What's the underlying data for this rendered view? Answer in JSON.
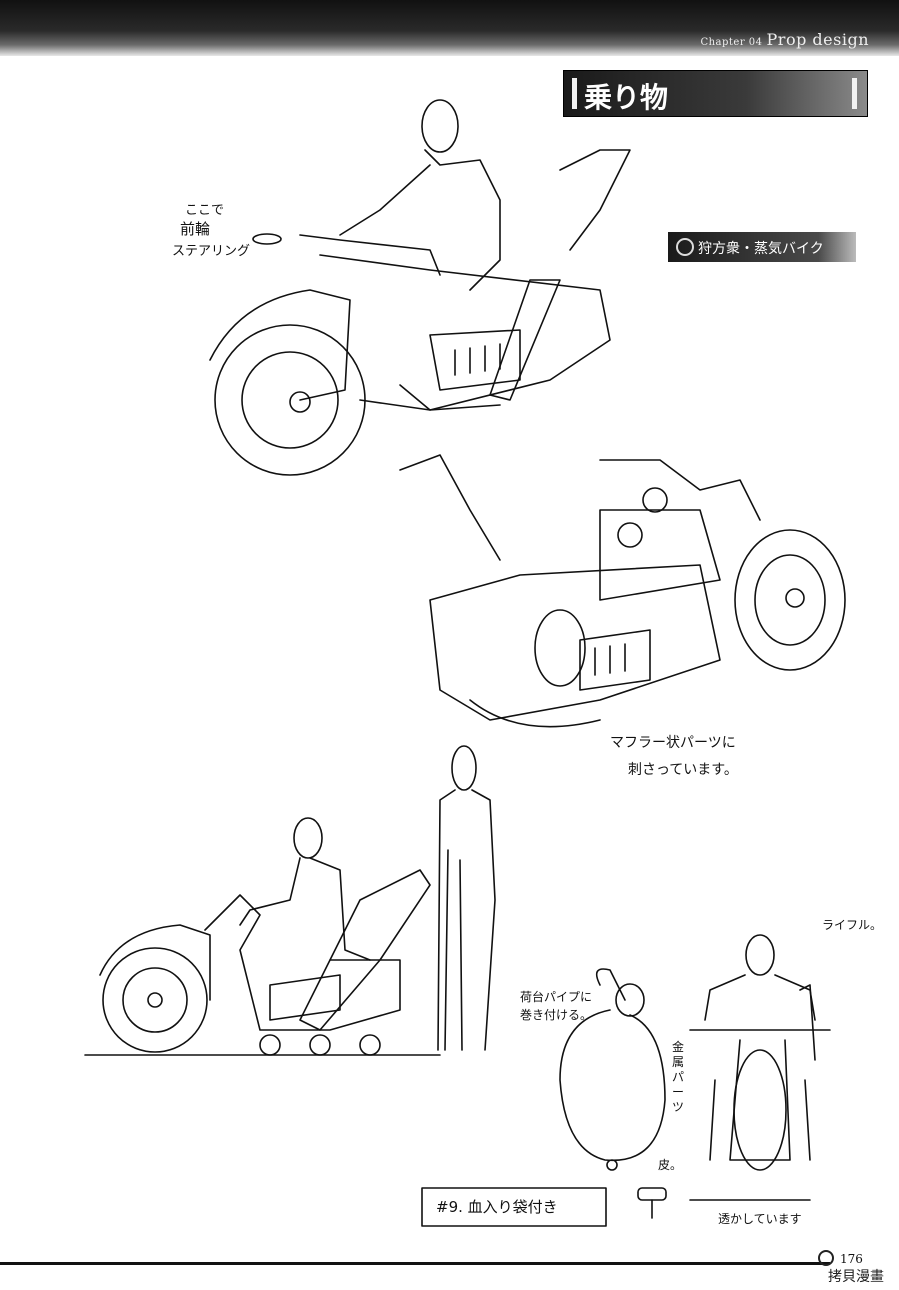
{
  "header": {
    "chapter_label": "Chapter 04",
    "chapter_title": "Prop design"
  },
  "section": {
    "title": "乗り物"
  },
  "tag": {
    "label": "狩方衆・蒸気バイク"
  },
  "notes": {
    "front_wheel_1": "ここで",
    "front_wheel_2": "前輪",
    "front_wheel_3": "ステアリング",
    "muffler_1": "マフラー状パーツに",
    "muffler_2": "刺さっています。",
    "carrier_1": "荷台パイプに",
    "carrier_2": "巻き付ける。",
    "metal_parts": "金属パーツ",
    "leather": "皮。",
    "rifle": "ライフル。",
    "transparent": "透かしています",
    "blood_bag": "#9. 血入り袋付き"
  },
  "footer": {
    "page_number": "176",
    "watermark": "拷貝漫畫"
  }
}
